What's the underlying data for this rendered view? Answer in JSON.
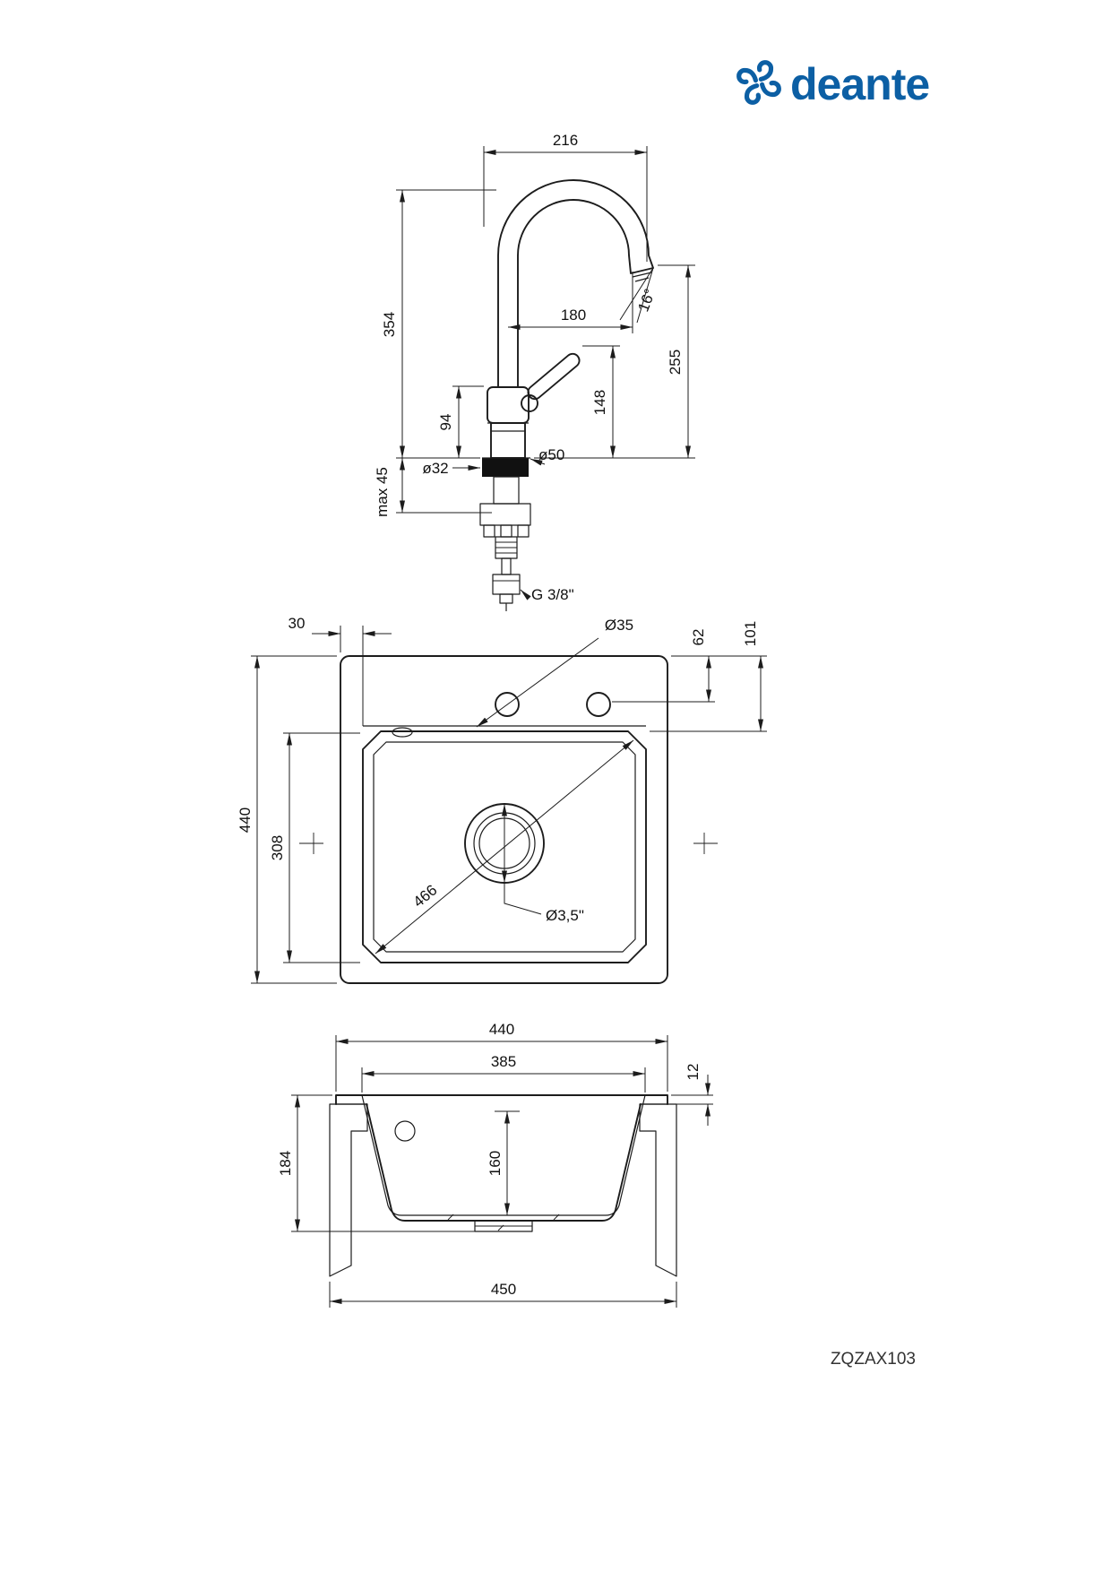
{
  "brand": {
    "name": "deante",
    "color": "#0C5FA4"
  },
  "product_code": "ZQZAX103",
  "faucet": {
    "spout_width": "216",
    "total_height": "354",
    "spout_reach": "180",
    "spout_angle": "16°",
    "outlet_height": "255",
    "handle_height": "148",
    "body_height": "94",
    "shank_diameter": "ø32",
    "base_diameter": "ø50",
    "max_counter_thickness": "max 45",
    "thread": "G 3/8\""
  },
  "sink_top": {
    "edge_offset": "30",
    "tap_hole_diameter": "Ø35",
    "hole_center_offset": "62",
    "bowl_top_offset": "101",
    "outer_size": "440",
    "bowl_length": "308",
    "bowl_diagonal": "466",
    "drain_size": "Ø3,5\""
  },
  "sink_section": {
    "outer_width": "440",
    "bowl_top_width": "385",
    "rim_thickness": "12",
    "total_depth": "184",
    "bowl_depth": "160",
    "cutout_width": "450"
  }
}
